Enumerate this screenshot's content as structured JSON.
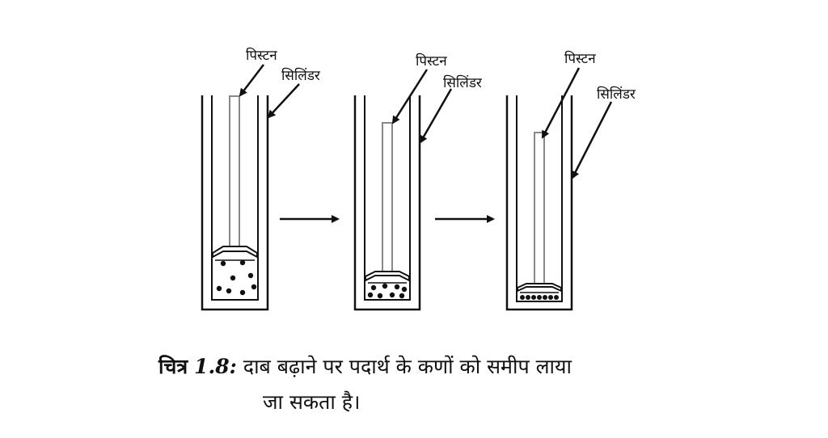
{
  "panels": [
    {
      "piston_label": "पिस्टन",
      "cylinder_label": "सिलिंडर"
    },
    {
      "piston_label": "पिस्टन",
      "cylinder_label": "सिलिंडर"
    },
    {
      "piston_label": "पिस्टन",
      "cylinder_label": "सिलिंडर"
    }
  ],
  "caption": {
    "prefix": "चित्र",
    "number": "1.8:",
    "text_line1": "दाब बढ़ाने पर पदार्थ के कणों को समीप लाया",
    "text_line2": "जा सकता है।"
  },
  "colors": {
    "ink": "#111111",
    "rod": "#9a9a9a",
    "particle": "#111111"
  }
}
